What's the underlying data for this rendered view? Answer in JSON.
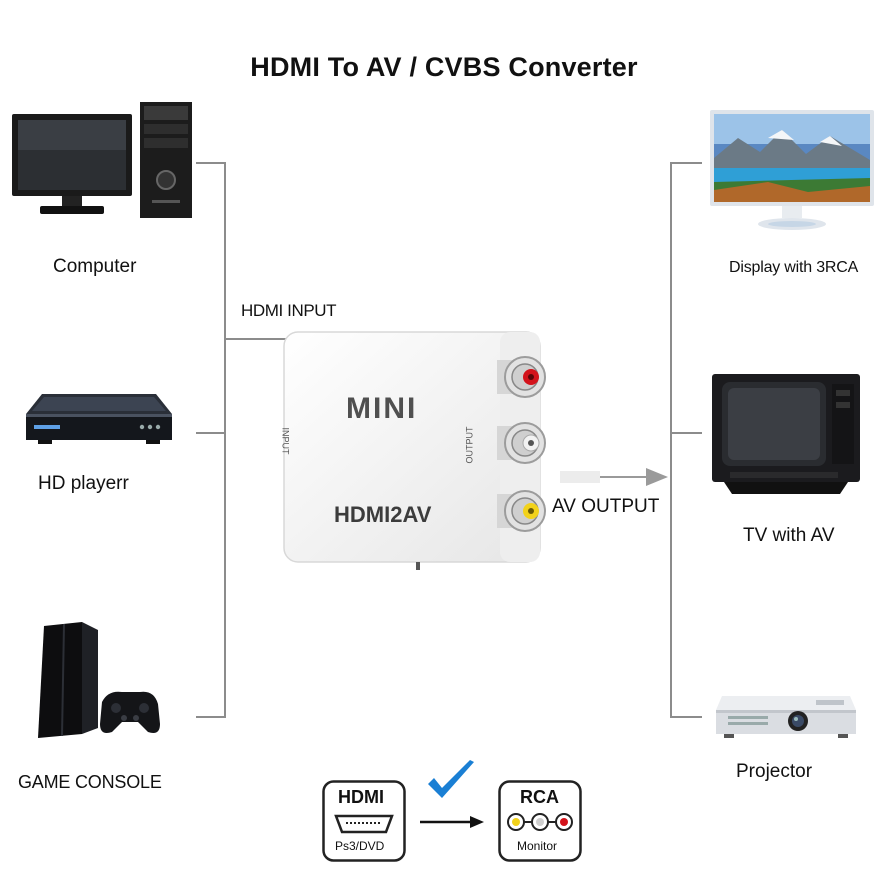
{
  "title": "HDMI To AV / CVBS Converter",
  "inputs": [
    {
      "name": "Computer",
      "icon": "computer-icon"
    },
    {
      "name": "HD playerr",
      "icon": "blu-ray-player-icon"
    },
    {
      "name": "GAME CONSOLE",
      "icon": "game-console-icon"
    }
  ],
  "outputs": [
    {
      "name": "Display with 3RCA",
      "icon": "monitor-icon"
    },
    {
      "name": "TV with AV",
      "icon": "crt-tv-icon"
    },
    {
      "name": "Projector",
      "icon": "projector-icon"
    }
  ],
  "converter": {
    "hdmi_input_label": "HDMI INPUT",
    "av_output_label": "AV OUTPUT",
    "brand_text": "MINI",
    "model_text": "HDMI2AV",
    "side_input_text": "INPUT",
    "side_output_text": "OUTPUT",
    "rca_jack_colors": [
      "#d3131b",
      "#f2f2f2",
      "#f2d21b"
    ]
  },
  "legend": {
    "hdmi_box_title": "HDMI",
    "hdmi_box_sub": "Ps3/DVD",
    "rca_box_title": "RCA",
    "rca_box_sub": "Monitor",
    "check_color": "#1a7fd4"
  }
}
